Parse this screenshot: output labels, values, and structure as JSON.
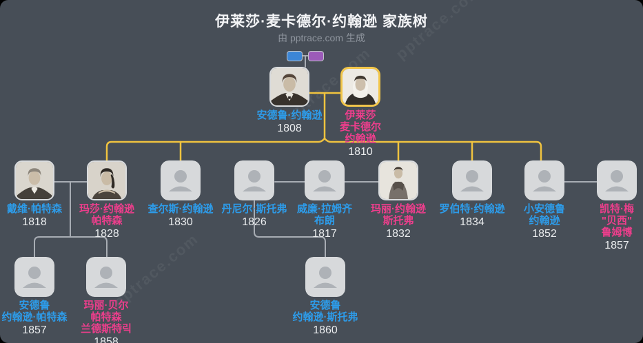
{
  "header": {
    "title": "伊莱莎·麦卡德尔·约翰逊 家族树",
    "subtitle": "由 pptrace.com 生成"
  },
  "watermark": {
    "text": "pptrace.com"
  },
  "legend": {
    "male_pill_color": "#3C86D6",
    "female_pill_color": "#9C5BB9"
  },
  "colors": {
    "background": "#474E57",
    "male_name": "#2D9CEA",
    "female_name": "#ED3E8C",
    "year_text": "#EAECEE",
    "lineage_connector": "#F0C33F",
    "relation_connector": "#A8ADB4",
    "highlight_border": "#F2C64A",
    "avatar_placeholder_bg": "#D7D9DB",
    "avatar_placeholder_icon": "#AEB2B7"
  },
  "people": {
    "andrew_johnson": {
      "lines": [
        "安德鲁·约翰逊"
      ],
      "year": "1808",
      "gender": "male",
      "portrait": "photo"
    },
    "eliza": {
      "lines": [
        "伊莱莎",
        "麦卡德尔",
        "约翰逊"
      ],
      "year": "1810",
      "gender": "female",
      "portrait": "photo",
      "highlighted": true
    },
    "david_patterson": {
      "lines": [
        "戴维·帕特森"
      ],
      "year": "1818",
      "gender": "male",
      "portrait": "photo"
    },
    "martha": {
      "lines": [
        "玛莎·约翰逊",
        "帕特森"
      ],
      "year": "1828",
      "gender": "female",
      "portrait": "photo"
    },
    "charles": {
      "lines": [
        "查尔斯·约翰逊"
      ],
      "year": "1830",
      "gender": "male",
      "portrait": "placeholder"
    },
    "daniel": {
      "lines": [
        "丹尼尔·斯托弗"
      ],
      "year": "1826",
      "gender": "male",
      "portrait": "placeholder"
    },
    "william": {
      "lines": [
        "威廉·拉姆齐",
        "布朗"
      ],
      "year": "1817",
      "gender": "male",
      "portrait": "placeholder"
    },
    "mary": {
      "lines": [
        "玛丽·约翰逊",
        "斯托弗"
      ],
      "year": "1832",
      "gender": "female",
      "portrait": "photo"
    },
    "robert": {
      "lines": [
        "罗伯特·约翰逊"
      ],
      "year": "1834",
      "gender": "male",
      "portrait": "placeholder"
    },
    "andrew_jr": {
      "lines": [
        "小安德鲁",
        "约翰逊"
      ],
      "year": "1852",
      "gender": "male",
      "portrait": "placeholder"
    },
    "kate": {
      "lines": [
        "凯特·梅",
        "\"贝西\"",
        "鲁姆博"
      ],
      "year": "1857",
      "gender": "female",
      "portrait": "placeholder"
    },
    "andrew_patterson": {
      "lines": [
        "安德鲁",
        "约翰逊·帕特森"
      ],
      "year": "1857",
      "gender": "male",
      "portrait": "placeholder"
    },
    "mary_belle": {
      "lines": [
        "玛丽·贝尔",
        "帕特森",
        "兰德斯特릭"
      ],
      "year": "1858",
      "gender": "female",
      "portrait": "placeholder"
    },
    "andrew_stover": {
      "lines": [
        "安德鲁",
        "约翰逊·斯托弗"
      ],
      "year": "1860",
      "gender": "male",
      "portrait": "placeholder"
    }
  },
  "relationships": {
    "root_couple": [
      "安德鲁·约翰逊",
      "伊莱莎·麦卡德尔·约翰逊"
    ],
    "children_of_root_couple": [
      "玛莎·约翰逊·帕特森",
      "查尔斯·约翰逊",
      "玛丽·约翰逊·斯托弗",
      "罗伯特·约翰逊",
      "小安德鲁·约翰逊"
    ],
    "spouse_links": [
      [
        "戴维·帕特森",
        "玛莎·约翰逊·帕特森"
      ],
      [
        "丹尼尔·斯托弗",
        "威廉·拉姆齐·布朗"
      ],
      [
        "威廉·拉姆齐·布朗",
        "玛丽·约翰逊·斯托弗"
      ],
      [
        "小安德鲁·约翰逊",
        "凯特·梅\"贝西\"鲁姆博"
      ]
    ],
    "grandchild_links": [
      {
        "parents": [
          "戴维·帕特森",
          "玛莎·约翰逊·帕特森"
        ],
        "children": [
          "安德鲁·约翰逊·帕特森",
          "玛丽·贝尔·帕特森·兰德斯特릭"
        ]
      },
      {
        "parents": [
          "丹尼尔·斯托弗",
          "玛丽·约翰逊·斯托弗"
        ],
        "children": [
          "安德鲁·约翰逊·斯托弗"
        ]
      }
    ]
  }
}
